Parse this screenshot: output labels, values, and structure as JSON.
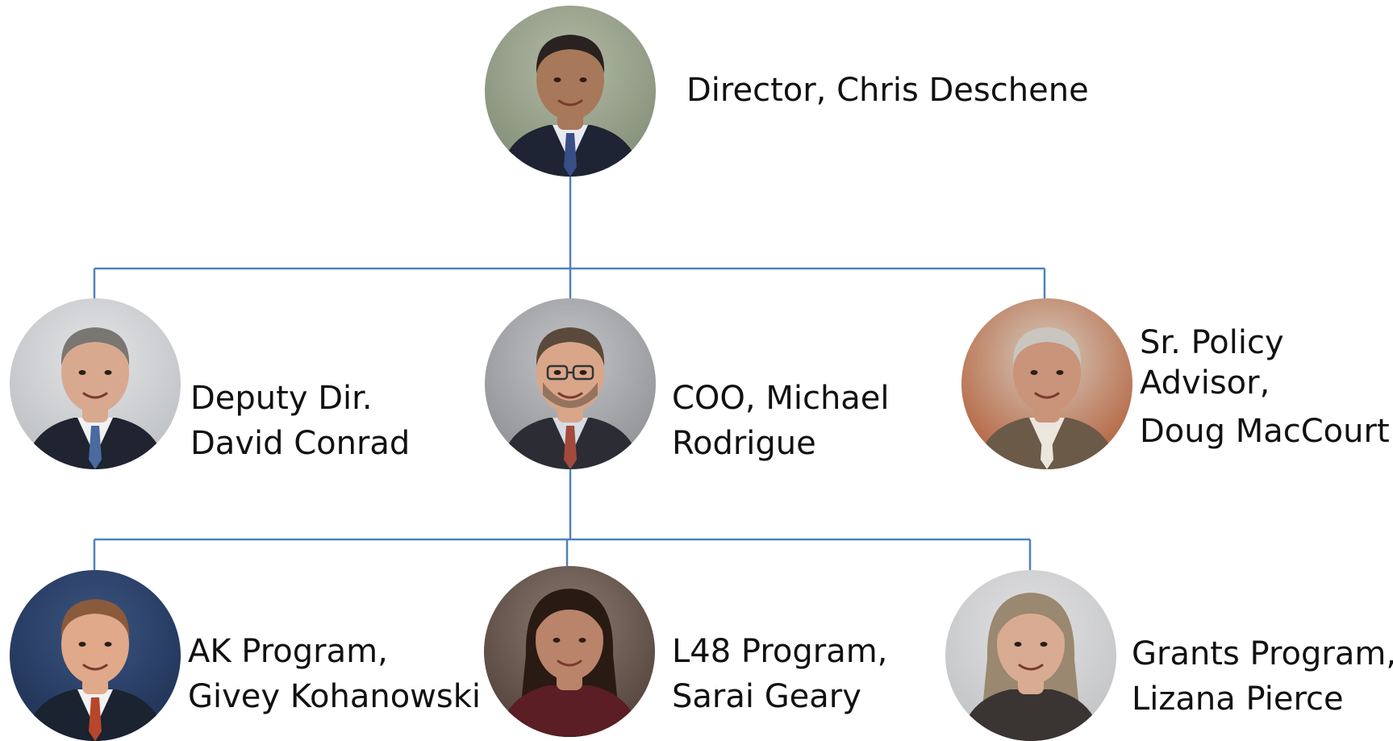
{
  "colors": {
    "connector": "#4f81bd",
    "text": "#111111"
  },
  "people": [
    {
      "id": "director",
      "lines": [
        "Director, Chris Deschene"
      ],
      "skin": "#a8785a",
      "hair": "#2a2220",
      "suit": "#1e2433",
      "shirt": "#e7eaf0",
      "tie": "#3a4e86",
      "bg1": "#7d8b73",
      "bg2": "#b4b9a5"
    },
    {
      "id": "deputy",
      "lines": [
        "Deputy Dir.",
        "David Conrad"
      ],
      "skin": "#d8a98f",
      "hair": "#7a7672",
      "suit": "#1f2430",
      "shirt": "#f1f1f1",
      "tie": "#4a6aa0",
      "bg1": "#b9bcbf",
      "bg2": "#e3e4e6"
    },
    {
      "id": "coo",
      "lines": [
        "COO, Michael",
        "Rodrigue"
      ],
      "skin": "#d9a68a",
      "hair": "#5b4a3c",
      "suit": "#2c2d34",
      "shirt": "#d7dce4",
      "tie": "#a34a3c",
      "bg1": "#8a8c90",
      "bg2": "#c3c4c7"
    },
    {
      "id": "advisor",
      "lines": [
        "Sr. Policy",
        "Advisor,",
        "Doug MacCourt"
      ],
      "skin": "#c99479",
      "hair": "#c9c6c0",
      "suit": "#6b5a48",
      "shirt": "#ece6dc",
      "tie": "#ece6dc",
      "bg1": "#b0562f",
      "bg2": "#d6cbbd"
    },
    {
      "id": "ak",
      "lines": [
        "AK Program,",
        "Givey Kohanowski"
      ],
      "skin": "#e0a989",
      "hair": "#8a5a3c",
      "suit": "#1b2230",
      "shirt": "#f2f2f2",
      "tie": "#b7462b",
      "bg1": "#1d2f52",
      "bg2": "#3b5480"
    },
    {
      "id": "l48",
      "lines": [
        "L48 Program,",
        "Sarai Geary"
      ],
      "skin": "#b9846a",
      "hair": "#2a1a14",
      "suit": "#5a1e24",
      "shirt": "#5a1e24",
      "tie": "#5a1e24",
      "bg1": "#4d3d36",
      "bg2": "#8a7a70"
    },
    {
      "id": "grants",
      "lines": [
        "Grants Program,",
        "Lizana Pierce"
      ],
      "skin": "#d9ab92",
      "hair": "#9a8870",
      "suit": "#3a3433",
      "shirt": "#3a3433",
      "tie": "#3a3433",
      "bg1": "#bfc0c2",
      "bg2": "#e2e2e3"
    }
  ]
}
